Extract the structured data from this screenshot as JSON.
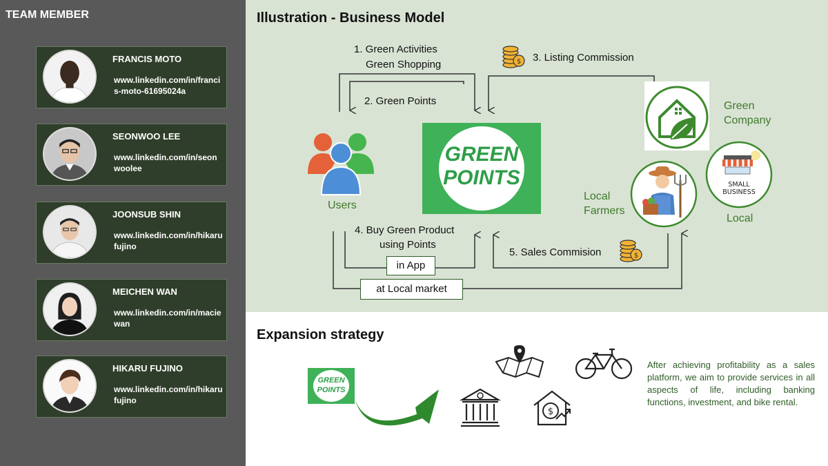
{
  "team": {
    "title": "TEAM MEMBER",
    "members": [
      {
        "name": "FRANCIS MOTO",
        "link": "www.linkedin.com/in/francis-moto-61695024a"
      },
      {
        "name": "SEONWOO LEE",
        "link": "www.linkedin.com/in/seonwoolee"
      },
      {
        "name": "JOONSUB SHIN",
        "link": "www.linkedin.com/in/hikarufujino"
      },
      {
        "name": "MEICHEN WAN",
        "link": "www.linkedin.com/in/maciewan"
      },
      {
        "name": "HIKARU FUJINO",
        "link": "www.linkedin.com/in/hikarufujino"
      }
    ]
  },
  "model": {
    "title": "Illustration - Business Model",
    "step1_line1": "1. Green Activities",
    "step1_line2": "Green Shopping",
    "step2": "2. Green Points",
    "step3": "3. Listing Commission",
    "step4_line1": "4. Buy Green Product",
    "step4_line2": "using Points",
    "step5": "5. Sales Commision",
    "in_app": "in App",
    "local_market": "at Local market",
    "users": "Users",
    "green_company_line1": "Green",
    "green_company_line2": "Company",
    "farmers_line1": "Local",
    "farmers_line2": "Farmers",
    "local": "Local",
    "small_business_line1": "SMALL",
    "small_business_line2": "BUSINESS",
    "logo_line1": "GREEN",
    "logo_line2": "POINTS"
  },
  "expansion": {
    "title": "Expansion strategy",
    "description": "After achieving profitability as a sales platform, we aim to provide services in all aspects of life, including banking functions, investment, and bike rental."
  },
  "colors": {
    "accent_green": "#3fb158",
    "dark_green": "#2f5d27",
    "card_bg": "#2f3e2a"
  }
}
